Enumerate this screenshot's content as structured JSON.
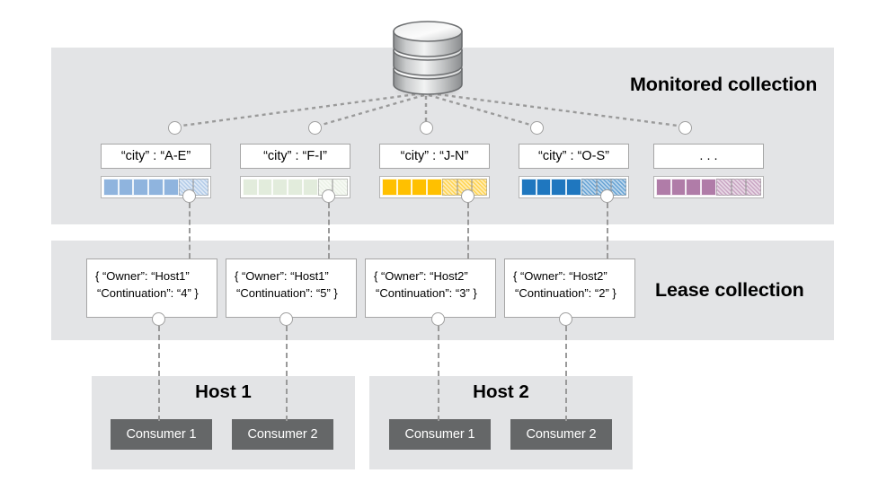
{
  "diagram": {
    "title_monitored": "Monitored collection",
    "title_lease": "Lease collection"
  },
  "icons": {
    "database": "database-cylinder-icon"
  },
  "partitions": [
    {
      "key_label": "“city” : “A-E”",
      "color": "#8fb4de",
      "filled_cells": 5,
      "hatched_cells": 2,
      "total_cells": 7
    },
    {
      "key_label": "“city” : “F-I”",
      "color": "#e2ecdc",
      "filled_cells": 5,
      "hatched_cells": 2,
      "total_cells": 7
    },
    {
      "key_label": "“city” : “J-N”",
      "color": "#ffc000",
      "filled_cells": 4,
      "hatched_cells": 3,
      "total_cells": 7
    },
    {
      "key_label": "“city” : “O-S”",
      "color": "#1f77bf",
      "filled_cells": 4,
      "hatched_cells": 3,
      "total_cells": 7
    },
    {
      "key_label": ". . .",
      "color": "#b07ca8",
      "filled_cells": 4,
      "hatched_cells": 3,
      "total_cells": 7
    }
  ],
  "leases": [
    {
      "line1": "{ “Owner”: “Host1”",
      "line2": "“Continuation”: “4” }",
      "owner": "Host1",
      "continuation": "4"
    },
    {
      "line1": "{ “Owner”: “Host1”",
      "line2": "“Continuation”: “5” }",
      "owner": "Host1",
      "continuation": "5"
    },
    {
      "line1": "{ “Owner”: “Host2”",
      "line2": "“Continuation”: “3” }",
      "owner": "Host2",
      "continuation": "3"
    },
    {
      "line1": "{ “Owner”: “Host2”",
      "line2": "“Continuation”: “2” }",
      "owner": "Host2",
      "continuation": "2"
    }
  ],
  "hosts": [
    {
      "title": "Host 1",
      "consumers": [
        "Consumer 1",
        "Consumer 2"
      ]
    },
    {
      "title": "Host 2",
      "consumers": [
        "Consumer 1",
        "Consumer 2"
      ]
    }
  ],
  "colors": {
    "band_background": "#e3e4e6",
    "consumer_background": "#656768",
    "consumer_text": "#ffffff",
    "connector_stroke": "#9a9a9a",
    "box_border": "#a6a6a6",
    "page_background": "#ffffff"
  }
}
